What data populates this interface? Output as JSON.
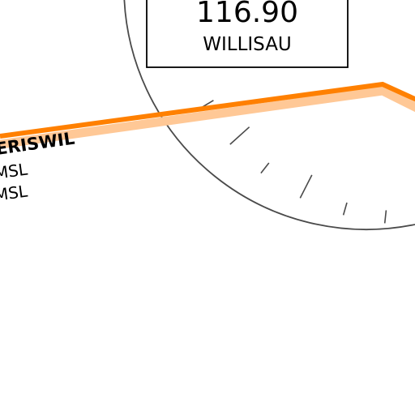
{
  "navaid": {
    "frequency": "116.90",
    "name": "WILLISAU"
  },
  "waypoint": {
    "name": "ERISWIL",
    "alt_upper": "MSL",
    "alt_lower": "MSL"
  },
  "colors": {
    "route": "#ff8000",
    "route_halo": "#ffc896",
    "compass": "#4a4a4a",
    "text": "#000000",
    "background": "#ffffff"
  }
}
